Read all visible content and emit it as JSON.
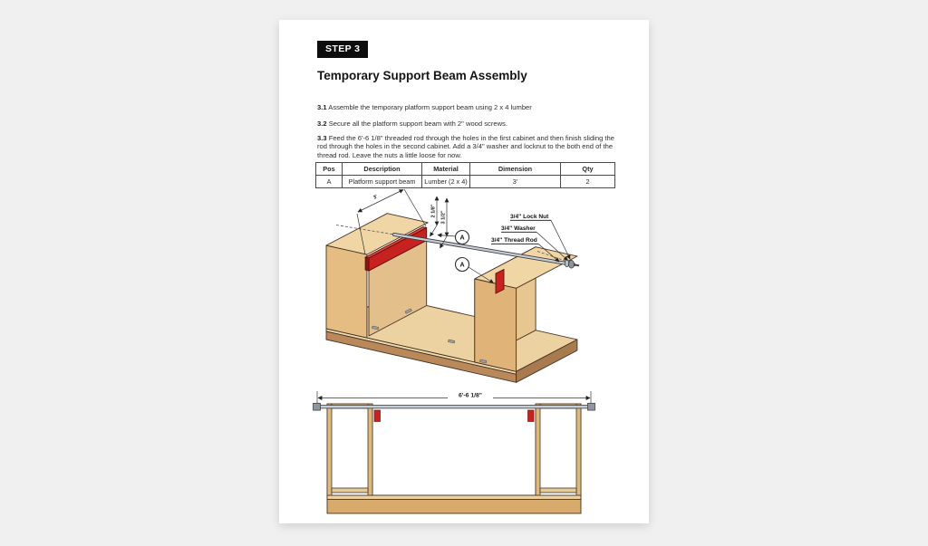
{
  "page": {
    "badge": "STEP 3",
    "title": "Temporary Support Beam Assembly",
    "steps": [
      {
        "num": "3.1",
        "text": "Assemble the temporary platform support beam using 2 x 4 lumber"
      },
      {
        "num": "3.2",
        "text": "Secure all the platform support beam with 2\" wood screws."
      },
      {
        "num": "3.3",
        "text": "Feed the 6'-6 1/8\" threaded rod through the holes in the first cabinet and then finish sliding the rod through the holes in the second cabinet. Add a 3/4\" washer and locknut to the both end of the thread rod. Leave the nuts a little loose for now."
      }
    ],
    "parts_table": {
      "headers": [
        "Pos",
        "Description",
        "Material",
        "Dimension",
        "Qty"
      ],
      "rows": [
        [
          "A",
          "Platform support beam",
          "Lumber (2 x 4)",
          "3'",
          "2"
        ]
      ]
    },
    "iso": {
      "callout": "A",
      "dim_beam_length": "3'",
      "dim_offset_1": "2 1/8\"",
      "dim_offset_2": "3 1/2\"",
      "label_lock_nut": "3/4\" Lock Nut",
      "label_washer": "3/4\" Washer",
      "label_thread_rod": "3/4\" Thread Rod"
    },
    "elevation": {
      "dim_overall": "6'-6 1/8\""
    },
    "colors": {
      "accent_red": "#c7221f",
      "accent_red_dark": "#8e1713",
      "wood_light": "#f0d6a4",
      "wood_mid": "#e5bd83",
      "wood_dark": "#b9895a",
      "rod_gray": "#c6ccd4",
      "outline": "#46342a"
    }
  }
}
